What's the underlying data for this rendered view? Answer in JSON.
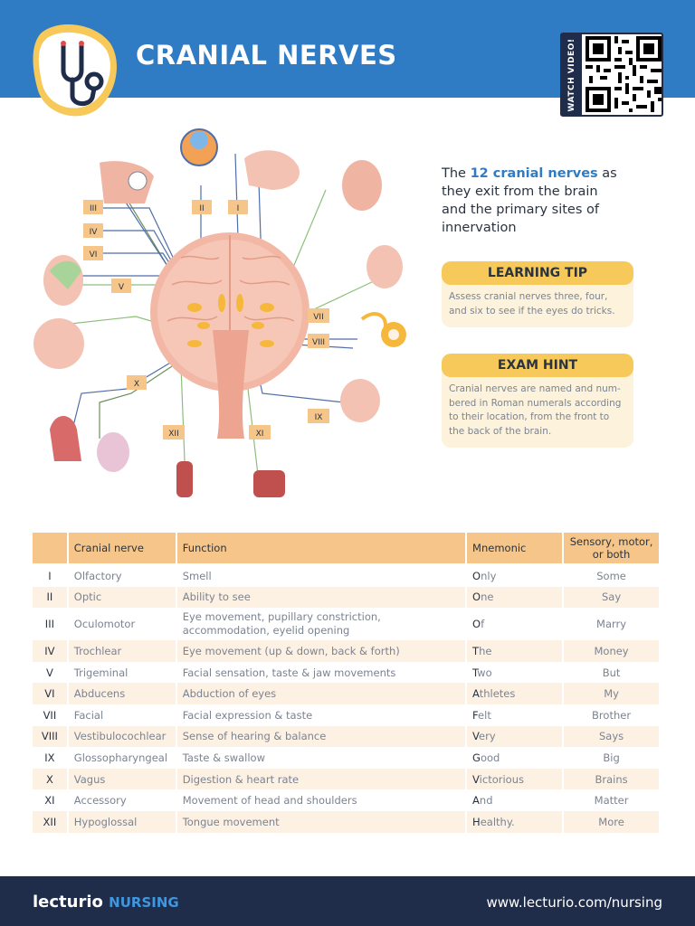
{
  "header": {
    "title": "CRANIAL NERVES",
    "qr_label": "WATCH VIDEO!"
  },
  "diagram": {
    "labels": [
      "III",
      "IV",
      "VI",
      "II",
      "I",
      "V",
      "VII",
      "VIII",
      "X",
      "IX",
      "XII",
      "XI"
    ]
  },
  "intro": {
    "pre": "The ",
    "highlight": "12 cranial nerves",
    "post": " as they exit from the brain and the primary sites of innervation"
  },
  "learning_tip": {
    "title": "LEARNING TIP",
    "body": "Assess cranial nerves three, four, and six to see if the eyes do tricks."
  },
  "exam_hint": {
    "title": "EXAM HINT",
    "body": "Cranial nerves are named and num-bered in Roman numerals according to their location, from the front to the back of the brain."
  },
  "table": {
    "headers": {
      "num": "",
      "nerve": "Cranial nerve",
      "function": "Function",
      "mnemonic": "Mnemonic",
      "type": "Sensory, motor, or both"
    },
    "rows": [
      {
        "num": "I",
        "nerve": "Olfactory",
        "function": "Smell",
        "mn_first": "O",
        "mn_rest": "nly",
        "type": "Some"
      },
      {
        "num": "II",
        "nerve": "Optic",
        "function": "Ability to see",
        "mn_first": "O",
        "mn_rest": "ne",
        "type": "Say"
      },
      {
        "num": "III",
        "nerve": "Oculomotor",
        "function": "Eye movement, pupillary constriction, accommodation, eyelid opening",
        "mn_first": "O",
        "mn_rest": "f",
        "type": "Marry"
      },
      {
        "num": "IV",
        "nerve": "Trochlear",
        "function": "Eye movement (up & down, back & forth)",
        "mn_first": "T",
        "mn_rest": "he",
        "type": "Money"
      },
      {
        "num": "V",
        "nerve": "Trigeminal",
        "function": "Facial sensation, taste & jaw movements",
        "mn_first": "T",
        "mn_rest": "wo",
        "type": "But"
      },
      {
        "num": "VI",
        "nerve": "Abducens",
        "function": "Abduction of eyes",
        "mn_first": "A",
        "mn_rest": "thletes",
        "type": "My"
      },
      {
        "num": "VII",
        "nerve": "Facial",
        "function": "Facial expression & taste",
        "mn_first": "F",
        "mn_rest": "elt",
        "type": "Brother"
      },
      {
        "num": "VIII",
        "nerve": "Vestibulocochlear",
        "function": "Sense of hearing & balance",
        "mn_first": "V",
        "mn_rest": "ery",
        "type": "Says"
      },
      {
        "num": "IX",
        "nerve": "Glossopharyngeal",
        "function": "Taste & swallow",
        "mn_first": "G",
        "mn_rest": "ood",
        "type": "Big"
      },
      {
        "num": "X",
        "nerve": "Vagus",
        "function": "Digestion & heart rate",
        "mn_first": "V",
        "mn_rest": "ictorious",
        "type": "Brains"
      },
      {
        "num": "XI",
        "nerve": "Accessory",
        "function": "Movement of head and shoulders",
        "mn_first": "A",
        "mn_rest": "nd",
        "type": "Matter"
      },
      {
        "num": "XII",
        "nerve": "Hypoglossal",
        "function": "Tongue movement",
        "mn_first": "H",
        "mn_rest": "ealthy.",
        "type": "More"
      }
    ]
  },
  "footer": {
    "brand_main": "lecturio",
    "brand_sub": "NURSING",
    "website": "www.lecturio.com/nursing"
  },
  "colors": {
    "header_blue": "#2f7cc4",
    "footer_navy": "#1f2d4a",
    "tip_yellow": "#f7c95a",
    "table_header": "#f6c589"
  }
}
